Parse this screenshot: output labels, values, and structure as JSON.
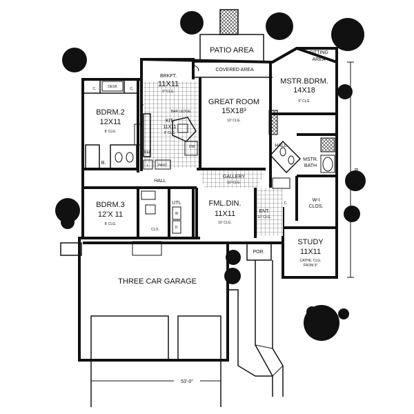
{
  "rooms": {
    "patio": {
      "name": "PATIO AREA"
    },
    "covered": {
      "name": "COVERED AREA"
    },
    "sitting": {
      "line1": "SITTING",
      "line2": "AREA"
    },
    "master_bedroom": {
      "name": "MSTR.BDRM.",
      "size": "14X18",
      "ceiling": "9\" CLG."
    },
    "great_room": {
      "name": "GREAT ROOM",
      "size": "15X18³",
      "ceiling": "10' CLG."
    },
    "breakfast": {
      "name": "BRKFT.",
      "size": "11X11",
      "ceiling": "9\" CLG."
    },
    "kitchen": {
      "name": "KIT.",
      "size": "11X11",
      "ceiling": "9' CLG."
    },
    "bedroom2": {
      "name": "BDRM.2",
      "size": "12X11",
      "ceiling": "8' CLG."
    },
    "bedroom3": {
      "name": "BDRM.3",
      "size": "12'X 11",
      "ceiling": "8' CLG."
    },
    "gallery": {
      "name": "GALLERY",
      "ceiling": "10' CLG."
    },
    "family_dining": {
      "name": "FML.DIN.",
      "size": "11X11",
      "ceiling": "10' CLG."
    },
    "master_bath": {
      "line1": "MSTR.",
      "line2": "BATH"
    },
    "wic": {
      "line1": "W-I",
      "line2": "CLOS."
    },
    "study": {
      "name": "STUDY",
      "size": "11X11",
      "ceiling1": "CATHE. CLG.",
      "ceiling2": "FROM 9\""
    },
    "garage": {
      "name": "THREE CAR GARAGE"
    },
    "porch": {
      "name": "POR."
    },
    "entry": {
      "name": "ENT.",
      "ceiling": "10' CLG."
    }
  },
  "labels": {
    "hall_main": "HALL",
    "hall_master": "HALL",
    "desk": "DESK",
    "closet": "C.",
    "bar_ledge": "BAR LEDGE",
    "bath": "B.",
    "pantry": "PANT.",
    "linen": "L",
    "refrigerator": "REF",
    "dishwasher": "DW",
    "utility": "UTL",
    "washer": "W",
    "dryer": "D.",
    "closet_long": "CLO."
  },
  "dimensions": {
    "width": "53'-0\"",
    "depth": "64'"
  }
}
